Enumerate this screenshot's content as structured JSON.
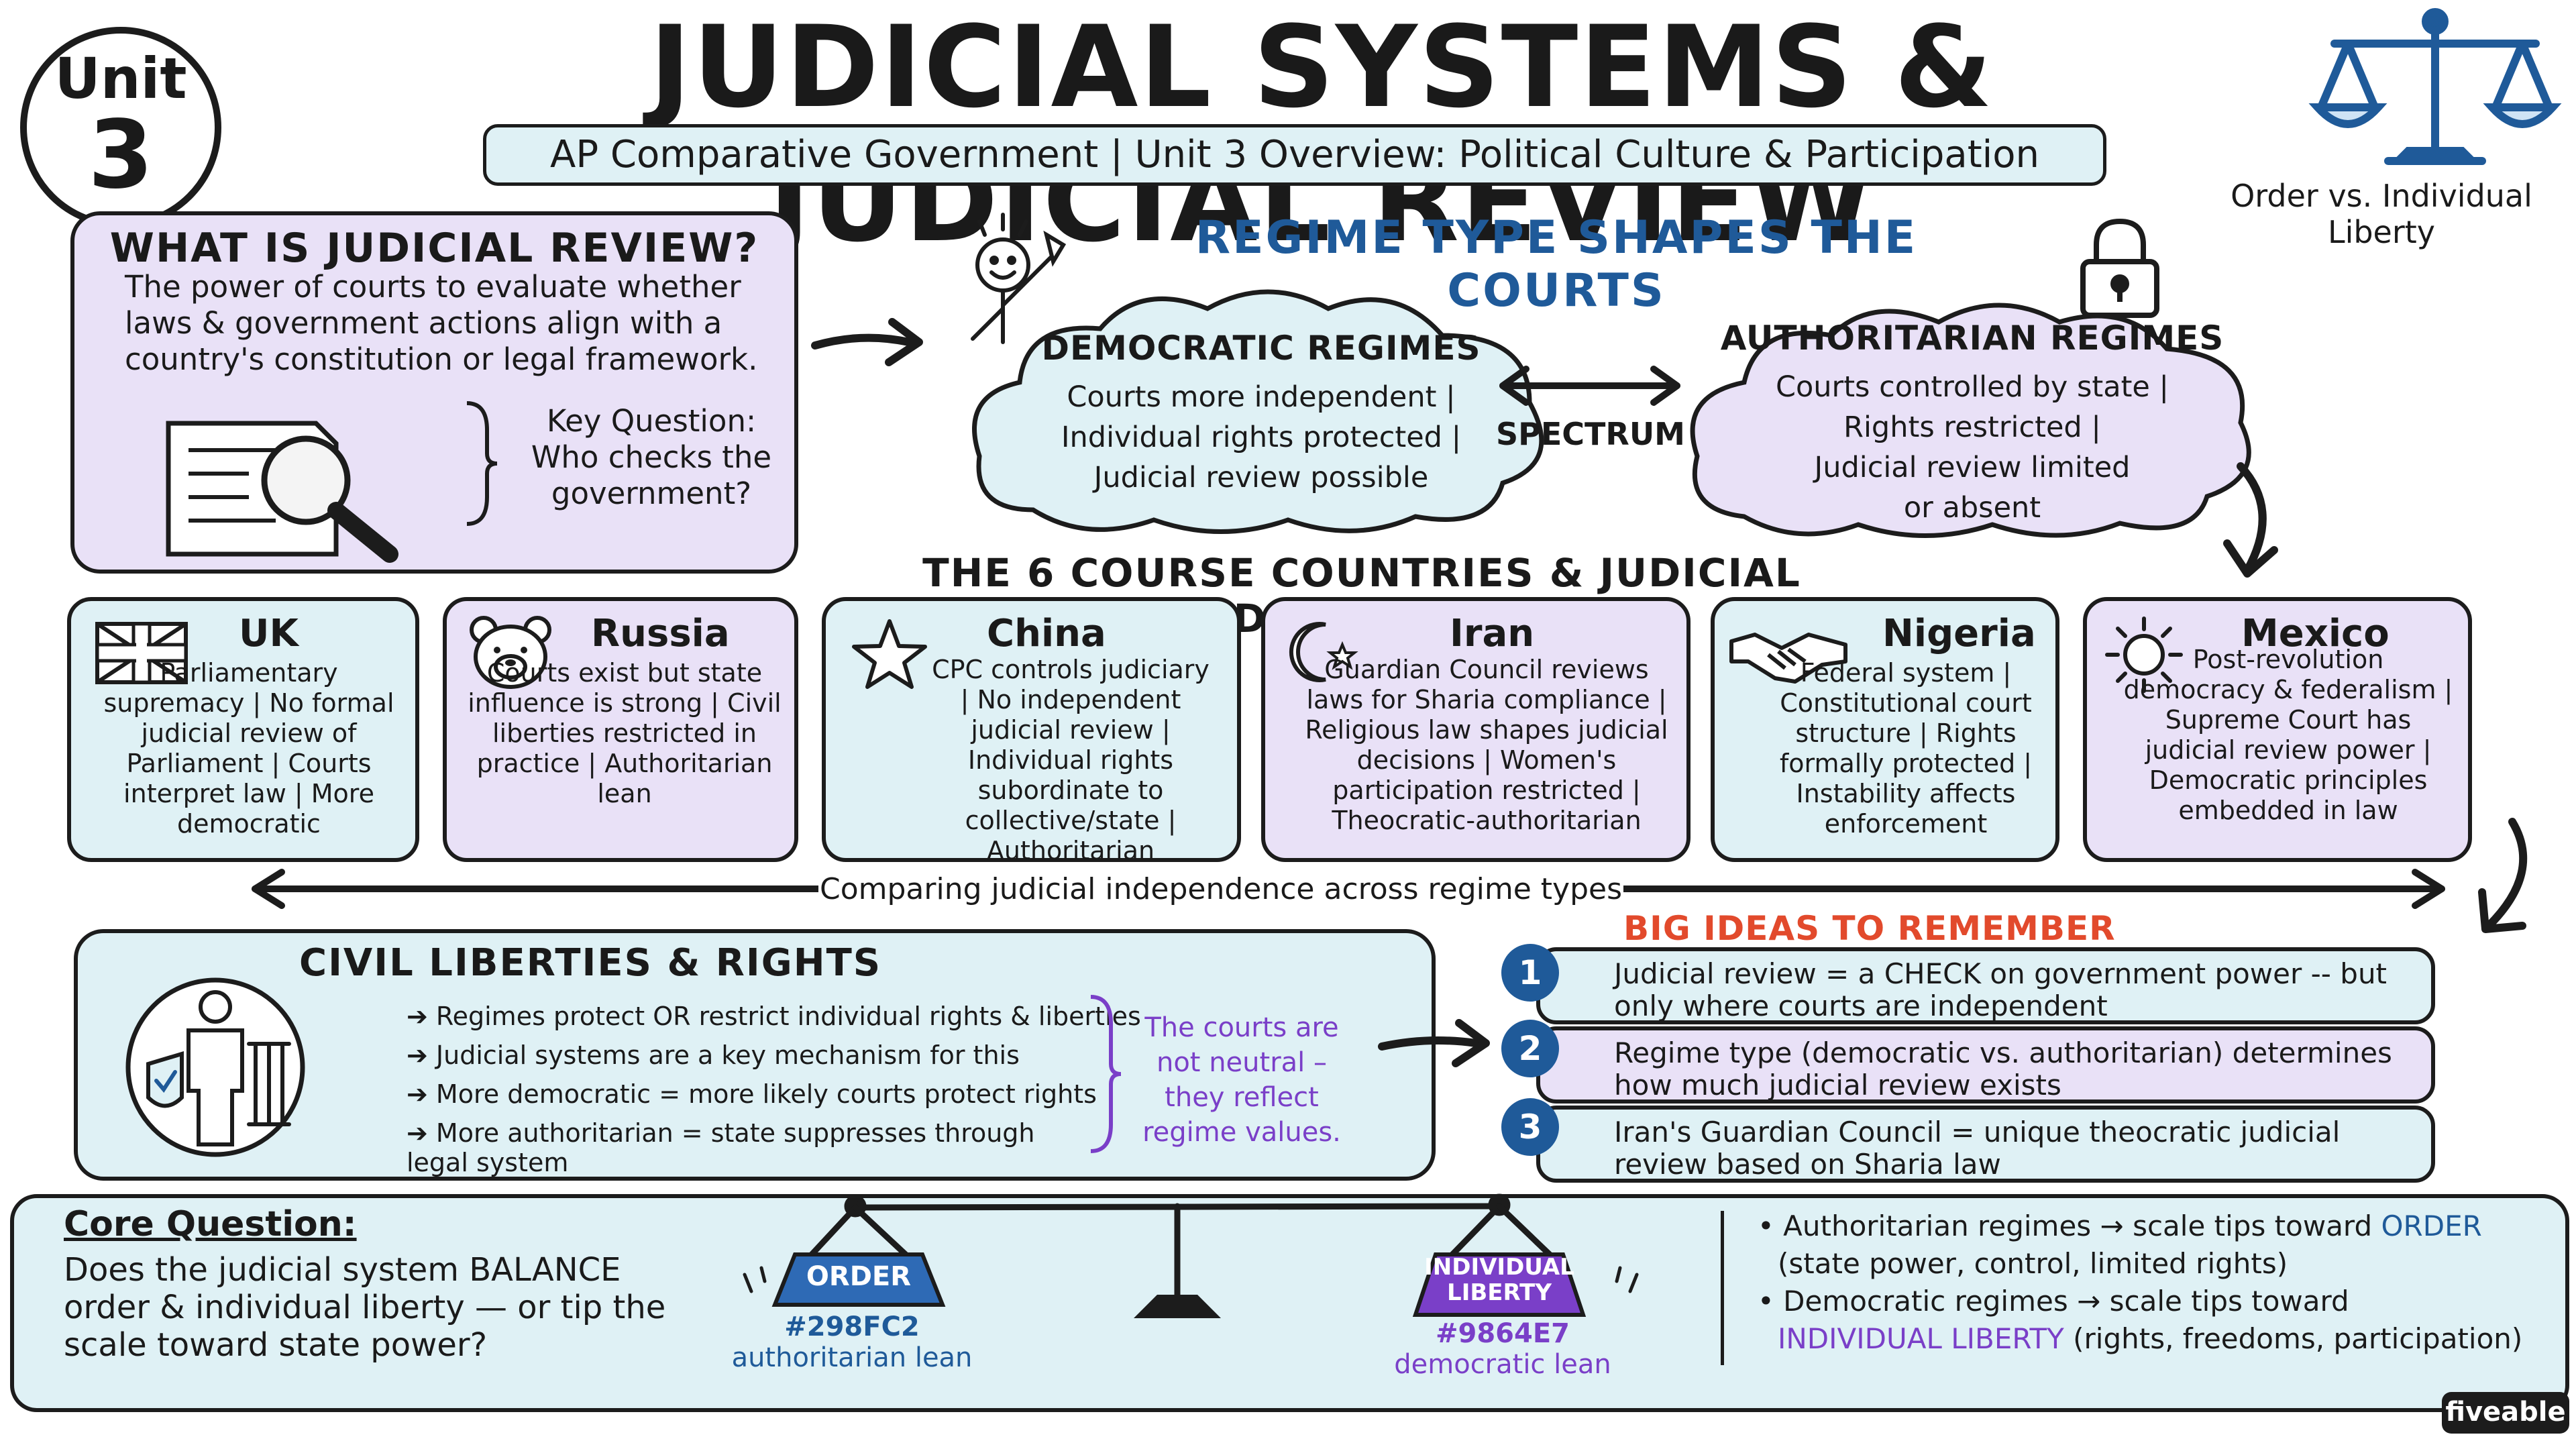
{
  "header": {
    "title": "JUDICIAL SYSTEMS & JUDICIAL REVIEW",
    "unit_word": "Unit",
    "unit_number": "3",
    "subtitle": "AP Comparative Government  |  Unit 3 Overview: Political Culture & Participation",
    "scales_caption": "Order vs. Individual Liberty"
  },
  "what_is": {
    "title": "WHAT IS JUDICIAL REVIEW?",
    "definition": "The power of courts to evaluate whether laws & government actions align with a country's constitution or legal framework.",
    "key_question_label": "Key Question:",
    "key_question": "Who checks the government?"
  },
  "regime": {
    "title": "REGIME TYPE SHAPES THE COURTS",
    "spectrum_label": "SPECTRUM",
    "democratic": {
      "title": "DEMOCRATIC REGIMES",
      "lines": [
        "Courts more independent |",
        "Individual rights protected |",
        "Judicial review possible"
      ]
    },
    "authoritarian": {
      "title": "AUTHORITARIAN REGIMES",
      "lines": [
        "Courts controlled by state |",
        "Rights restricted |",
        "Judicial review limited",
        "or absent"
      ]
    }
  },
  "countries": {
    "title": "THE 6 COURSE COUNTRIES & JUDICIAL INDEPENDENCE",
    "items": [
      {
        "name": "UK",
        "desc": "Parliamentary supremacy | No formal judicial review of Parliament | Courts interpret law | More democratic"
      },
      {
        "name": "Russia",
        "desc": "Courts exist but state influence is strong | Civil liberties restricted in practice | Authoritarian lean"
      },
      {
        "name": "China",
        "desc": "CPC controls judiciary | No independent judicial review | Individual rights subordinate to collective/state | Authoritarian"
      },
      {
        "name": "Iran",
        "desc": "Guardian Council reviews laws for Sharia compliance | Religious law shapes judicial decisions | Women's participation restricted | Theocratic-authoritarian"
      },
      {
        "name": "Nigeria",
        "desc": "Federal system | Constitutional court structure | Rights formally protected | Instability affects enforcement"
      },
      {
        "name": "Mexico",
        "desc": "Post-revolution democracy & federalism | Supreme Court has judicial review power | Democratic principles embedded in law"
      }
    ],
    "compare_caption": "Comparing judicial independence across regime types"
  },
  "civil": {
    "title": "CIVIL LIBERTIES & RIGHTS",
    "bullets": [
      "Regimes protect OR restrict individual rights & liberties",
      "Judicial systems are a key mechanism for this",
      "More democratic = more likely courts protect rights",
      "More authoritarian = state suppresses through legal system"
    ],
    "note": "The courts are not neutral – they reflect regime values."
  },
  "big_ideas": {
    "title": "BIG IDEAS TO REMEMBER",
    "items": [
      {
        "num": "1",
        "text": "Judicial review = a CHECK on government power -- but only where courts are independent"
      },
      {
        "num": "2",
        "text": "Regime type (democratic vs. authoritarian) determines how much judicial review exists"
      },
      {
        "num": "3",
        "text": "Iran's Guardian Council = unique theocratic judicial review based on Sharia law"
      }
    ]
  },
  "core": {
    "title": "Core Question:",
    "question": "Does the judicial system BALANCE order & individual liberty — or tip the scale toward state power?",
    "order_label": "ORDER",
    "order_code": "#298FC2",
    "order_lean": "authoritarian lean",
    "liberty_label": "INDIVIDUAL LIBERTY",
    "liberty_code": "#9864E7",
    "liberty_lean": "democratic lean",
    "right_1a": "Authoritarian regimes → scale tips toward",
    "right_1b": "ORDER",
    "right_1c": "(state power, control, limited rights)",
    "right_2a": "Democratic regimes → scale tips toward",
    "right_2b": "INDIVIDUAL LIBERTY",
    "right_2c": "(rights, freedoms, participation)"
  },
  "brand": "fiveable",
  "colors": {
    "purple_box": "#e9e1f7",
    "cyan_box": "#dff1f5",
    "blue_accent": "#1f5a99",
    "violet_accent": "#7a3fc8",
    "red_accent": "#e24a2c",
    "order_plate": "#2e6ab5",
    "liberty_plate": "#7a3fc8"
  }
}
